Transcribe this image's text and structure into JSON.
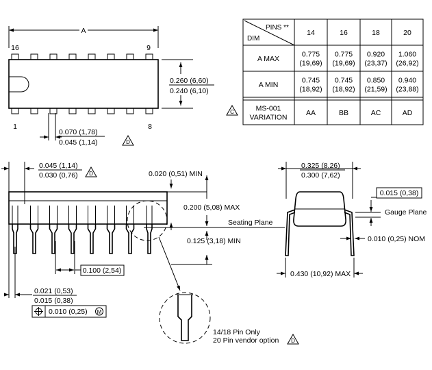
{
  "top_view": {
    "dim_a_label": "A",
    "pin_16_label": "16",
    "pin_9_label": "9",
    "pin_1_label": "1",
    "pin_8_label": "8",
    "width_max": "0.260 (6,60)",
    "width_min": "0.240 (6,10)",
    "pitch_max": "0.070 (1,78)",
    "pitch_min": "0.045 (1,14)",
    "note_d": "D"
  },
  "table": {
    "pins_header": "PINS **",
    "dim_header": "DIM",
    "pin_counts": [
      "14",
      "16",
      "18",
      "20"
    ],
    "rows": [
      {
        "label": "A  MAX",
        "values": [
          "0.775\n(19,69)",
          "0.775\n(19,69)",
          "0.920\n(23,37)",
          "1.060\n(26,92)"
        ]
      },
      {
        "label": "A  MIN",
        "values": [
          "0.745\n(18,92)",
          "0.745\n(18,92)",
          "0.850\n(21,59)",
          "0.940\n(23,88)"
        ]
      },
      {
        "label": "MS-001\nVARIATION",
        "values": [
          "AA",
          "BB",
          "AC",
          "AD"
        ]
      }
    ],
    "note_c": "C"
  },
  "side_view": {
    "end_max": "0.045 (1,14)",
    "end_min": "0.030 (0,76)",
    "standoff_min": "0.020 (0,51) MIN",
    "height_max": "0.200 (5,08) MAX",
    "seating_plane": "Seating Plane",
    "lead_len_min": "0.125 (3,18) MIN",
    "pitch": "0.100 (2,54)",
    "lead_w_max": "0.021 (0,53)",
    "lead_w_min": "0.015 (0,38)",
    "tolerance_value": "0.010 (0,25)",
    "tolerance_symbol": "M",
    "detail_note_1": "14/18 Pin Only",
    "detail_note_2": "20 Pin vendor option",
    "note_d": "D"
  },
  "end_view": {
    "row_max": "0.325 (8,26)",
    "row_min": "0.300 (7,62)",
    "lead_thick": "0.015 (0,38)",
    "gauge_plane": "Gauge Plane",
    "lead_tol": "0.010 (0,25) NOM",
    "spread_max": "0.430 (10,92) MAX"
  }
}
